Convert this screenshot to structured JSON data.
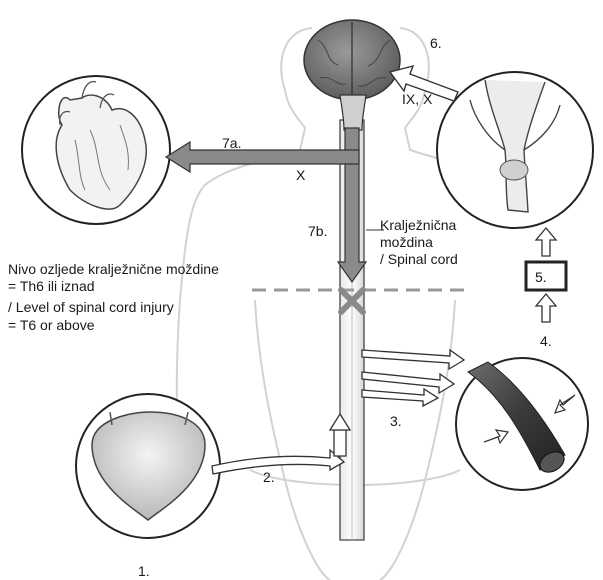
{
  "labels": {
    "step1": "1.",
    "step2": "2.",
    "step3": "3.",
    "step4": "4.",
    "step5": "5.",
    "step6": "6.",
    "step7a": "7a.",
    "step7b": "7b.",
    "cn_ix_x": "IX, X",
    "cn_x": "X",
    "spinal_cord_hr_1": "Kralježnična",
    "spinal_cord_hr_2": "moždina",
    "spinal_cord_en": "/ Spinal cord",
    "injury_level": [
      "Nivo ozljede kralježnične moždine",
      "= Th6 ili iznad",
      "/ Level of spinal cord injury",
      "= T6 or above"
    ]
  },
  "colors": {
    "arrow_fill": "#8a8a8a",
    "arrow_stroke": "#3a3a3a",
    "brain": "#7d7d7d",
    "body_outline": "#cfcfcf",
    "injury_line": "#9a9a9a"
  },
  "icons": [
    "heart-icon",
    "brain-icon",
    "bladder-icon",
    "blood-vessel-icon",
    "carotid-baroreceptor-icon"
  ]
}
